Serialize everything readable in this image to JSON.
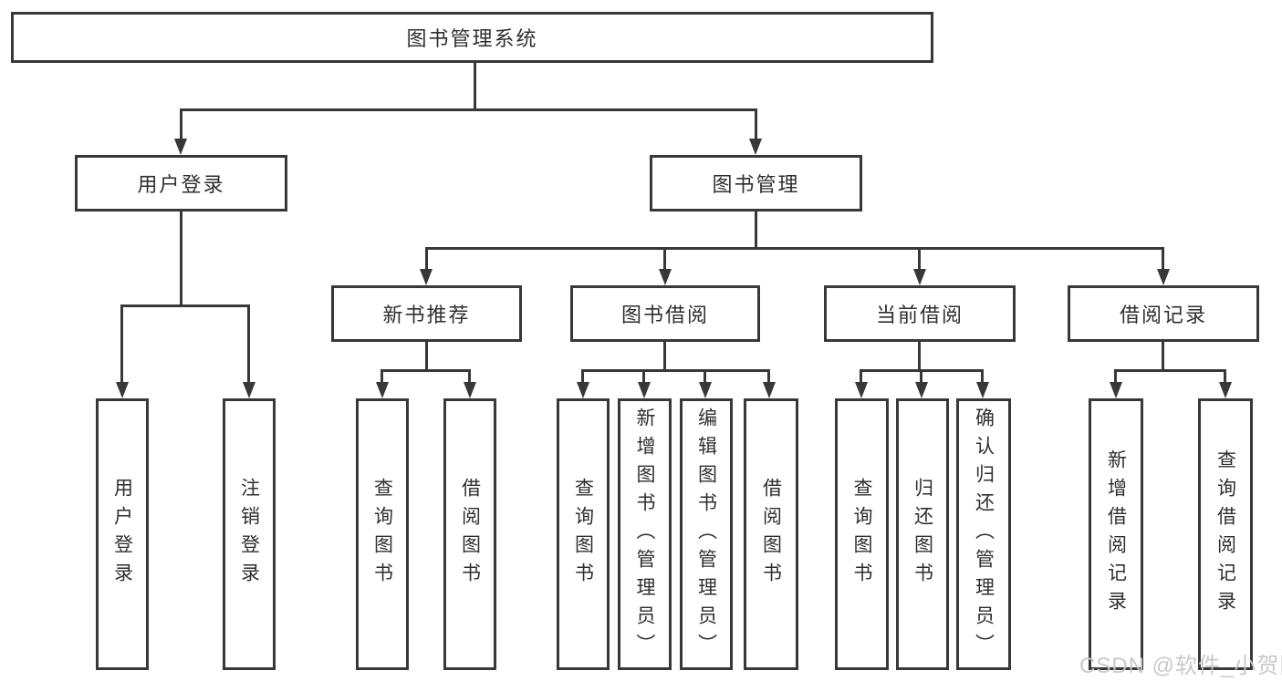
{
  "diagram": {
    "line_color": "#383838",
    "text_color": "#2f2f2f",
    "background": "#ffffff",
    "root": {
      "label": "图书管理系统"
    },
    "level2": [
      {
        "label": "用户登录"
      },
      {
        "label": "图书管理"
      }
    ],
    "level3": [
      {
        "label": "新书推荐"
      },
      {
        "label": "图书借阅"
      },
      {
        "label": "当前借阅"
      },
      {
        "label": "借阅记录"
      }
    ],
    "leaves": {
      "user_login": [
        {
          "label": "用户登录"
        },
        {
          "label": "注销登录"
        }
      ],
      "new_books": [
        {
          "label": "查询图书"
        },
        {
          "label": "借阅图书"
        }
      ],
      "book_borrow": [
        {
          "label": "查询图书"
        },
        {
          "label": "新增图书（管理员）"
        },
        {
          "label": "编辑图书（管理员）"
        },
        {
          "label": "借阅图书"
        }
      ],
      "current_borrow": [
        {
          "label": "查询图书"
        },
        {
          "label": "归还图书"
        },
        {
          "label": "确认归还（管理员）"
        }
      ],
      "borrow_records": [
        {
          "label": "新增借阅记录"
        },
        {
          "label": "查询借阅记录"
        }
      ]
    }
  },
  "watermark": {
    "text": "CSDN @软件_小贺同学",
    "color": "#c6c6c6"
  }
}
